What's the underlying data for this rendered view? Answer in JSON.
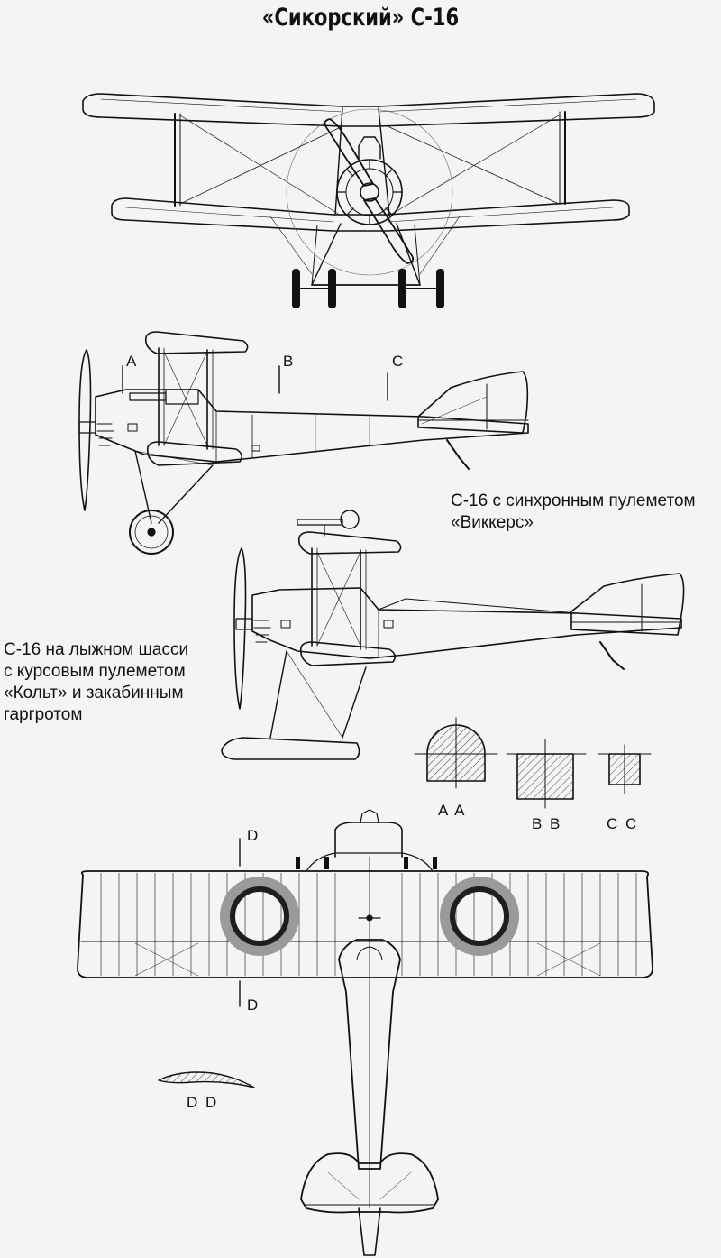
{
  "title": "«Сикорский» С-16",
  "caption_vickers": [
    "С-16 с синхронным пулеметом",
    "«Виккерс»"
  ],
  "caption_colt": [
    "С-16 на лыжном шасси",
    "с курсовым пулеметом",
    "«Кольт» и закабинным",
    "гаргротом"
  ],
  "section_marks": {
    "a": "A",
    "b": "B",
    "c": "C",
    "d": "D"
  },
  "section_labels": {
    "aa": "A A",
    "bb": "B B",
    "cc": "C C",
    "dd": "D D"
  },
  "colors": {
    "ink": "#111111",
    "paper": "#f4f4f2",
    "roundel_outer": "#9a9a9a",
    "roundel_inner": "#1e1e1e"
  }
}
